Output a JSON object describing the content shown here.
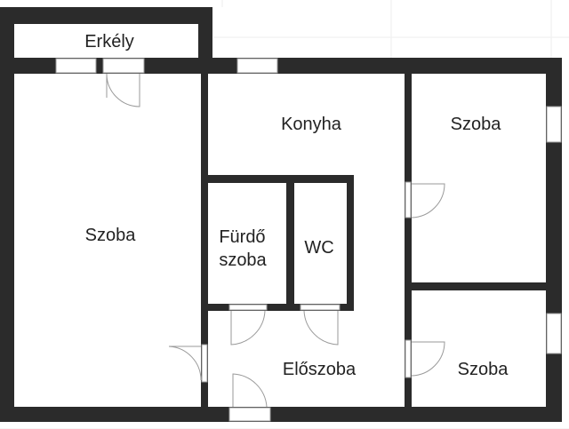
{
  "plan": {
    "rooms": {
      "balcony": "Erkély",
      "kitchen": "Konyha",
      "room_left": "Szoba",
      "room_right_top": "Szoba",
      "room_right_bottom": "Szoba",
      "bathroom_line1": "Fürdő",
      "bathroom_line2": "szoba",
      "wc": "WC",
      "hallway": "Előszoba"
    },
    "colors": {
      "wall": "#2b2b2b",
      "fixture": "#9a9a9a"
    }
  }
}
